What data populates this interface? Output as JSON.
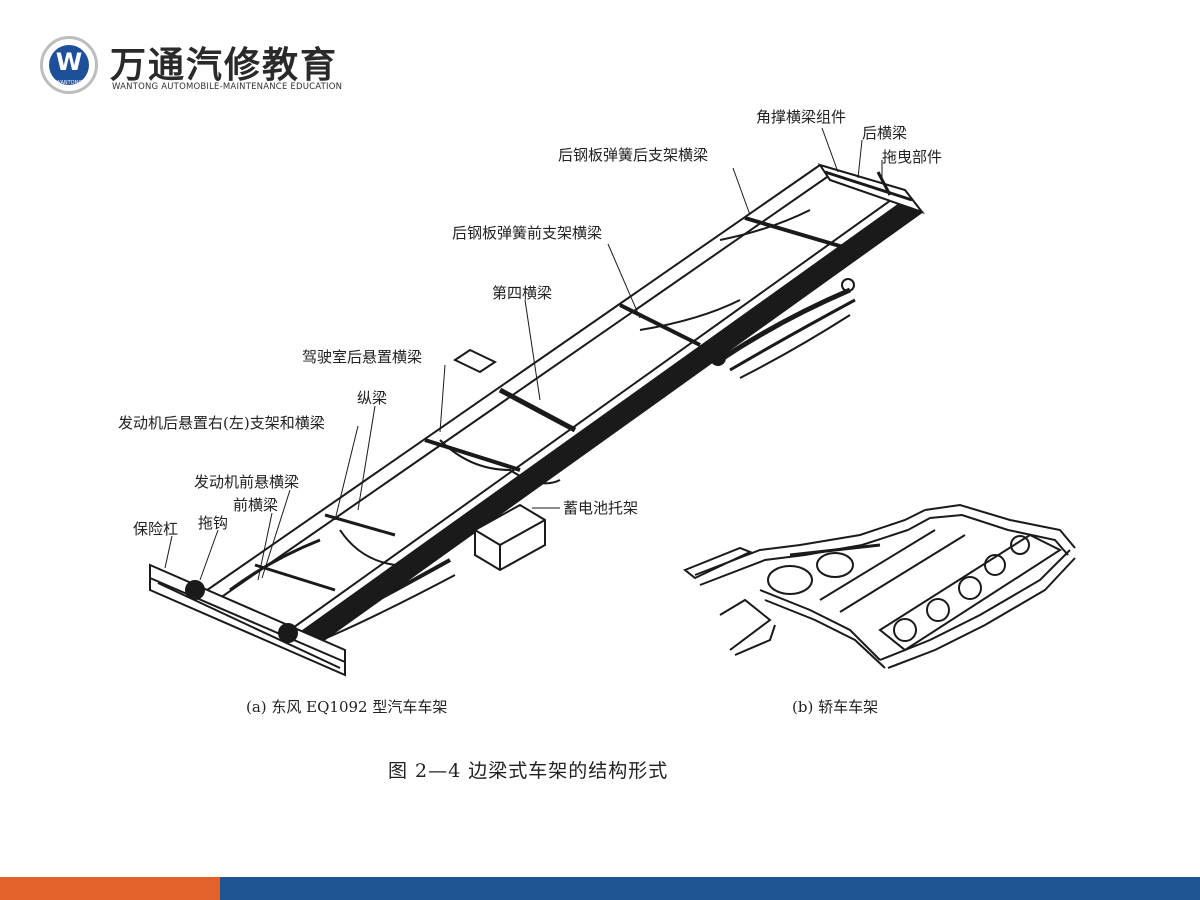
{
  "logo": {
    "mark_letter": "W",
    "mark_small": "WANTONG",
    "name_cn": "万通汽修教育",
    "name_en": "WANTONG AUTOMOBILE-MAINTENANCE EDUCATION",
    "colors": {
      "ring": "#bdbdbd",
      "mark": "#1d4f9a",
      "accent": "#e03a2e"
    }
  },
  "labels": {
    "corner_brace": "角撑横梁组件",
    "rear_crossbeam": "后横梁",
    "towing": "拖曳部件",
    "rear_spring_rear_bracket": "后钢板弹簧后支架横梁",
    "rear_spring_front_bracket": "后钢板弹簧前支架横梁",
    "fourth_crossbeam": "第四横梁",
    "cab_rear_mount": "驾驶室后悬置横梁",
    "longitudinal_beam": "纵梁",
    "engine_rear_mount": "发动机后悬置右(左)支架和横梁",
    "engine_front_mount": "发动机前悬横梁",
    "front_crossbeam": "前横梁",
    "tow_hook": "拖钩",
    "bumper": "保险杠",
    "battery_bracket": "蓄电池托架"
  },
  "captions": {
    "a": "(a) 东风 EQ1092 型汽车车架",
    "b": "(b) 轿车车架",
    "figure": "图 2—4 边梁式车架的结构形式"
  },
  "footer": {
    "left_color": "#e2622a",
    "right_color": "#1f5592"
  }
}
